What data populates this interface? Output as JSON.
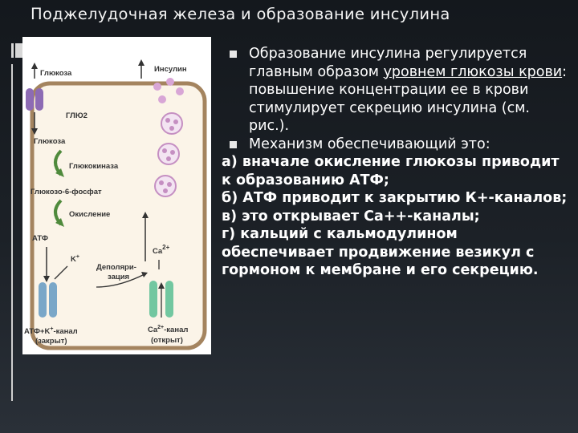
{
  "slide": {
    "title": "Поджелудочная железа и образование инсулина"
  },
  "figure": {
    "labels": {
      "glucose_top": "Глюкоза",
      "glut2": "ГЛЮ2",
      "glucose_inner": "Глюкоза",
      "glucokinase": "Глюкокиназа",
      "g6p": "Глюкозо-6-фосфат",
      "oxidation": "Окисление",
      "atp": "АТФ",
      "k_plus": "K",
      "k_plus_sup": "+",
      "depol_1": "Деполяри-",
      "depol_2": "зация",
      "insulin": "Инсулин",
      "ca_inside": "Ca",
      "ca_inside_sup": "2+",
      "katp_channel_1": "АТФ+K",
      "katp_channel_sup": "+",
      "katp_channel_2": "-канал",
      "katp_state": "(закрыт)",
      "ca_channel_1": "Ca",
      "ca_channel_sup": "2+",
      "ca_channel_2": "-канал",
      "ca_state": "(открыт)"
    },
    "colors": {
      "cell_border": "#a4845f",
      "cell_fill": "#fbf4e8",
      "arrow_green": "#4f8a3c",
      "glut_purple": "#8d6bb4",
      "vesicle_pink": "#c58fc2",
      "k_channel_blue": "#7aa7c8",
      "ca_channel_green": "#72c7a0"
    }
  },
  "bullets": [
    {
      "before": "Образование инсулина регулируется главным образом ",
      "underlined": "уровнем  глюкозы крови",
      "after": ": повышение концентрации ее в крови стимулирует секрецию инсулина (см. рис.)."
    },
    {
      "text": "Механизм обеспечивающий это:"
    }
  ],
  "steps": [
    "а) вначале окисление глюкозы приводит к образованию АТФ;",
    "б) АТФ приводит к закрытию К+-каналов;",
    "в) это открывает Са++-каналы;",
    "г) кальций с кальмодулином обеспечивает продвижение везикул с гормоном к мембране и его секрецию."
  ],
  "colors": {
    "background": "#1c2127",
    "bullet_square": "#e8e8e8"
  }
}
